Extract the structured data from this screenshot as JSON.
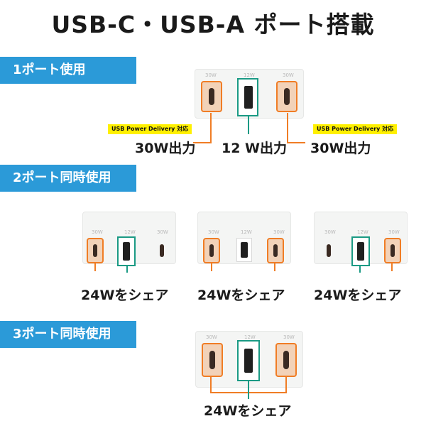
{
  "title": "USB-C・USB-A ポート搭載",
  "sections": {
    "one_port": "1ポート使用",
    "two_port": "2ポート同時使用",
    "three_port": "3ポート同時使用"
  },
  "port_labels": {
    "c_left": "30W",
    "a_mid": "12W",
    "c_right": "30W"
  },
  "badges": {
    "pd": "USB Power Delivery 対応"
  },
  "outputs": {
    "c_left": "30W出力",
    "a_mid": "12 W出力",
    "c_right": "30W出力"
  },
  "share": {
    "two_1": "24Wをシェア",
    "two_2": "24Wをシェア",
    "two_3": "24Wをシェア",
    "three": "24Wをシェア"
  },
  "colors": {
    "section_band": "#2b9ad8",
    "usb_c_highlight": "#f07d25",
    "usb_a_highlight": "#1a9a84",
    "badge": "#fff000"
  }
}
